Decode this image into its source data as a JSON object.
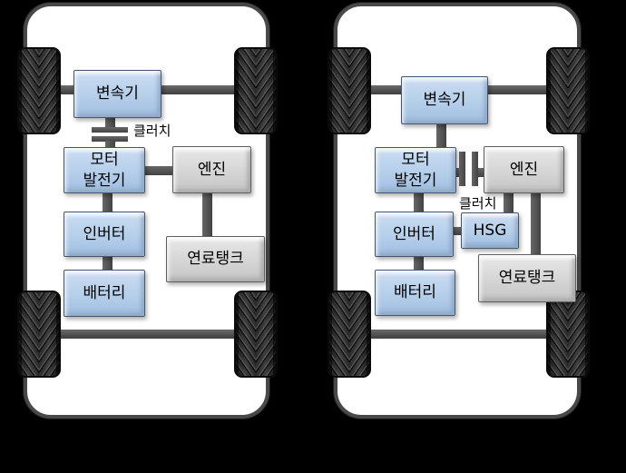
{
  "canvas": {
    "background": "#000000"
  },
  "colors": {
    "car_body_fill": "#ffffff",
    "car_body_border": "#484848",
    "component_box_blue": "#b5cfea",
    "component_box_gray": "#d5d5d5",
    "connector_gray": "#4c4c4c",
    "tire_black": "#2b2b2b",
    "label_text": "#000000"
  },
  "diagrams": [
    {
      "name": "left-hybrid-powertrain",
      "labels": {
        "transmission": "변속기",
        "clutch": "클러치",
        "motor_generator_line1": "모터",
        "motor_generator_line2": "발전기",
        "engine": "엔진",
        "inverter": "인버터",
        "fuel_tank": "연료탱크",
        "battery": "배터리"
      }
    },
    {
      "name": "right-hybrid-powertrain",
      "labels": {
        "transmission": "변속기",
        "clutch": "클러치",
        "motor_generator_line1": "모터",
        "motor_generator_line2": "발전기",
        "engine": "엔진",
        "hsg": "HSG",
        "inverter": "인버터",
        "fuel_tank": "연료탱크",
        "battery": "배터리"
      }
    }
  ]
}
